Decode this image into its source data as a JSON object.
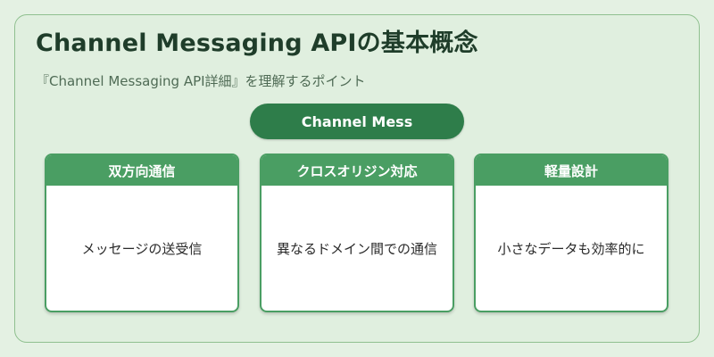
{
  "header": {
    "title": "Channel Messaging APIの基本概念",
    "subtitle": "『Channel Messaging API詳細』を理解するポイント"
  },
  "center_pill": {
    "label": "Channel Mess"
  },
  "cards": [
    {
      "title": "双方向通信",
      "body": "メッセージの送受信"
    },
    {
      "title": "クロスオリジン対応",
      "body": "異なるドメイン間での通信"
    },
    {
      "title": "軽量設計",
      "body": "小さなデータも効率的に"
    }
  ],
  "colors": {
    "background": "#e0efdf",
    "frame_border": "#8fc08f",
    "pill": "#2e7d4a",
    "card_header": "#4a9e63",
    "title_text": "#1f3d2a"
  }
}
